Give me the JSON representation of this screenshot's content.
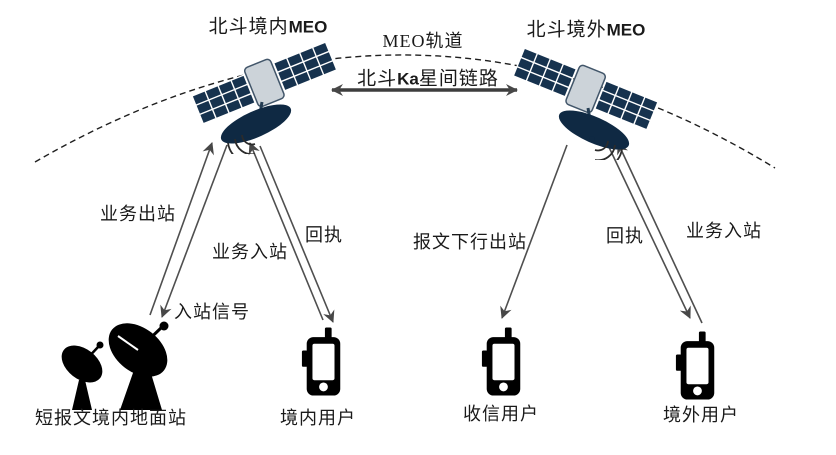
{
  "satellites": {
    "left": {
      "name_cn": "北斗境内",
      "name_en": "MEO"
    },
    "right": {
      "name_cn": "北斗境外",
      "name_en": "MEO"
    }
  },
  "orbit": {
    "label": "MEO轨道"
  },
  "ka_link": {
    "prefix": "北斗",
    "latin": "Ka",
    "suffix": "星间链路"
  },
  "edges": {
    "outbound_service": "业务出站",
    "inbound_signal": "入站信号",
    "inbound_service_left": "业务入站",
    "receipt_left": "回执",
    "downlink_outbound": "报文下行出站",
    "receipt_right": "回执",
    "inbound_service_right": "业务入站"
  },
  "nodes": {
    "ground_station": "短报文境内地面站",
    "domestic_user": "境内用户",
    "receiving_user": "收信用户",
    "overseas_user": "境外用户"
  },
  "icons": {
    "satellite": "satellite-icon",
    "ground_station": "satellite-dish-icon",
    "user": "mobile-phone-icon"
  },
  "colors": {
    "satellite_panel": "#16324e",
    "satellite_dish": "#0f2943",
    "arrow": "#4f4f4f",
    "ink": "#000000",
    "background": "#ffffff"
  }
}
